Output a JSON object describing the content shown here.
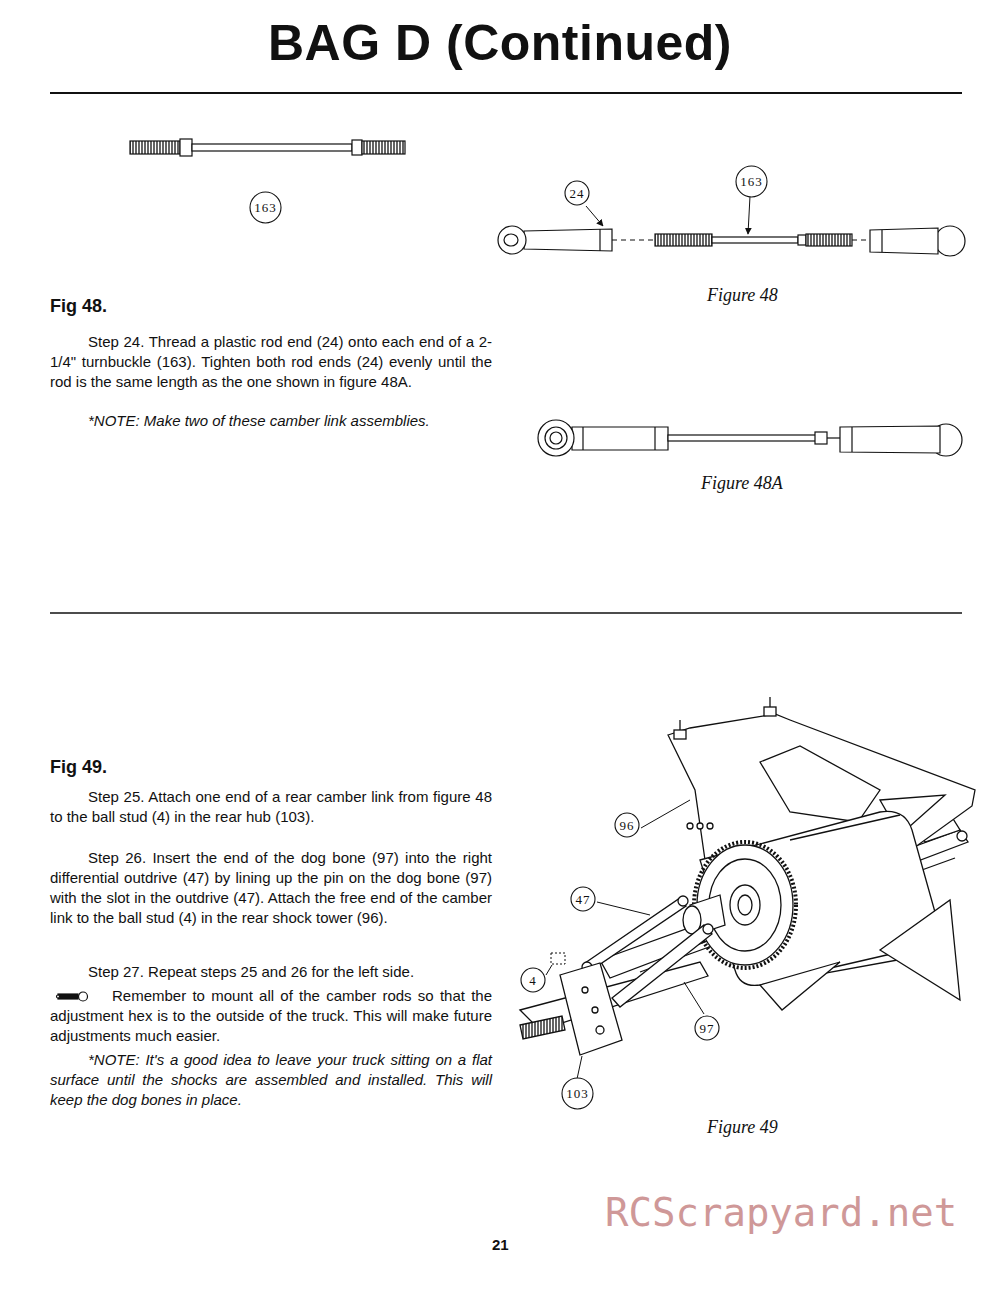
{
  "diagram": {
    "title": "BAG D (Continued)",
    "nodes": [
      {
        "text": [
          "163"
        ]
      },
      {
        "text": [
          "24"
        ]
      },
      {
        "text": [
          "163"
        ]
      },
      {
        "text": [
          "96"
        ]
      },
      {
        "text": [
          "47"
        ]
      },
      {
        "text": [
          "4"
        ]
      },
      {
        "text": [
          "97"
        ]
      },
      {
        "text": [
          "103"
        ]
      }
    ],
    "labels": [
      "Fig 48.",
      "Step 24. Thread a plastic rod end (24) onto each end of a 2-1/4\" turnbuckle (163). Tighten both rod ends (24) evenly until the rod is the same length as the one shown in figure 48A.",
      "*NOTE: Make two of these camber link assemblies.",
      "Figure 48",
      "Figure 48A",
      "Fig 49.",
      "Step 25. Attach one end of a rear camber link from figure 48 to the ball stud (4) in the rear hub (103).",
      "Step 26. Insert the end of the dog bone (97) into the right differential outdrive (47) by lining up the pin on the dog bone (97) with the slot in the outdrive (47). Attach the free end of the camber link to the ball stud (4) in the rear shock tower (96).",
      "Step 27. Repeat steps 25 and 26 for the left side.",
      "Remember to mount all of the camber rods so that the adjustment hex is to the outside of the truck. This will make future adjustments much easier.",
      "*NOTE: It's a good idea to leave your truck sitting on a flat surface until the shocks are assembled and installed. This will keep the dog bones in place.",
      "Figure 49",
      "21",
      "RCScrapyard.net"
    ]
  }
}
